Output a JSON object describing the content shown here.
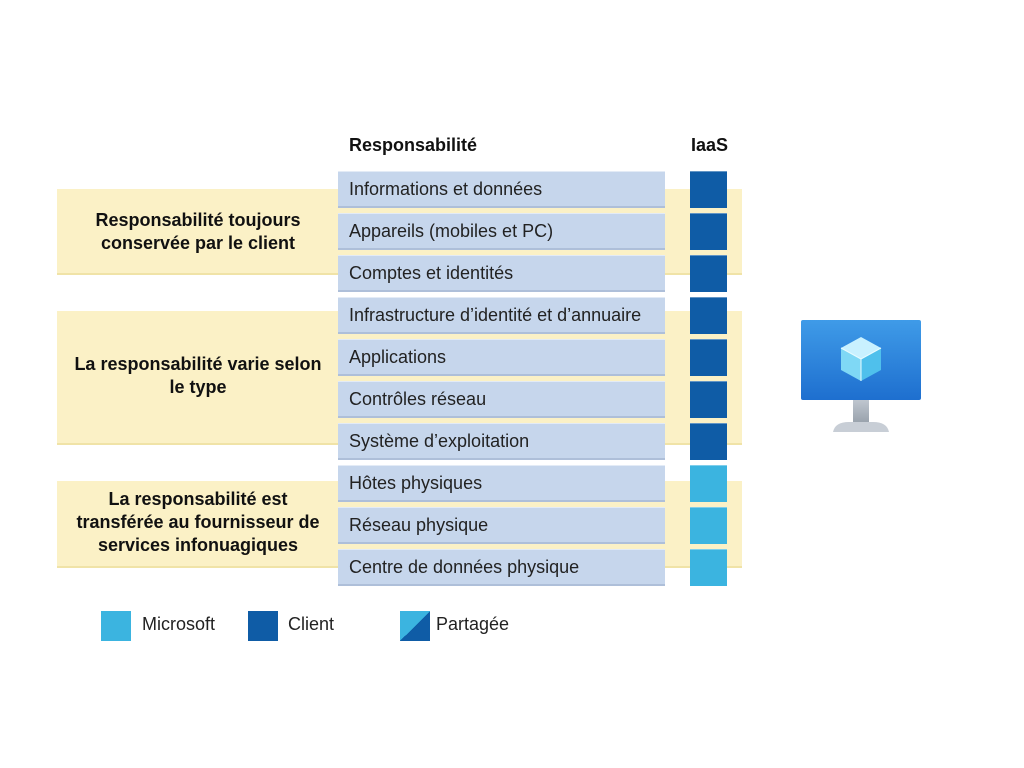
{
  "headers": {
    "responsibility": "Responsabilité",
    "model": "IaaS"
  },
  "groups": [
    {
      "label": "Responsabilité toujours conservée par le client"
    },
    {
      "label": "La responsabilité varie selon le type"
    },
    {
      "label": "La responsabilité est transférée au fournisseur de services infonuagiques"
    }
  ],
  "rows": [
    {
      "label": "Informations et données",
      "owner": "Client"
    },
    {
      "label": "Appareils (mobiles et PC)",
      "owner": "Client"
    },
    {
      "label": "Comptes et identités",
      "owner": "Client"
    },
    {
      "label": "Infrastructure d’identité et d’annuaire",
      "owner": "Client"
    },
    {
      "label": "Applications",
      "owner": "Client"
    },
    {
      "label": "Contrôles réseau",
      "owner": "Client"
    },
    {
      "label": "Système d’exploitation",
      "owner": "Client"
    },
    {
      "label": "Hôtes physiques",
      "owner": "Microsoft"
    },
    {
      "label": "Réseau physique",
      "owner": "Microsoft"
    },
    {
      "label": "Centre de données physique",
      "owner": "Microsoft"
    }
  ],
  "legend": [
    {
      "label": "Microsoft",
      "color": "#3bb4e0"
    },
    {
      "label": "Client",
      "color": "#0f5ca6"
    },
    {
      "label": "Partagée",
      "color": "split"
    }
  ],
  "icon": "virtual-machine-monitor-icon"
}
